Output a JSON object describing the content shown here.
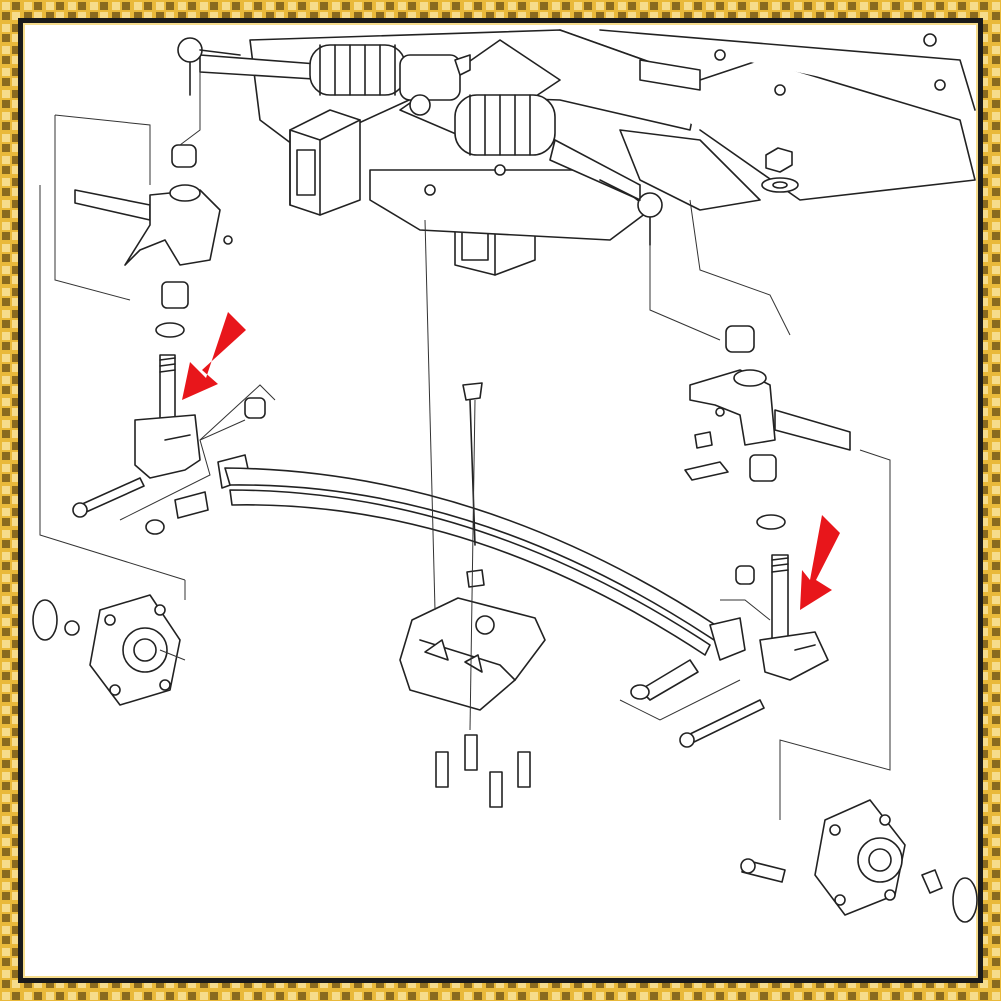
{
  "diagram": {
    "frame": {
      "border_color": "#1a1a1a",
      "tile_gold": "#e9b93a",
      "tile_light": "#f6dc8c",
      "tile_dark": "#8a6a1f",
      "background": "#ffffff"
    },
    "line_color": "#222222",
    "arrow_color": "#e8161b",
    "callouts": [
      {
        "name": "left-spindle-arrow",
        "target": "left-kingpin"
      },
      {
        "name": "right-spindle-arrow",
        "target": "right-kingpin"
      }
    ],
    "labels": []
  }
}
